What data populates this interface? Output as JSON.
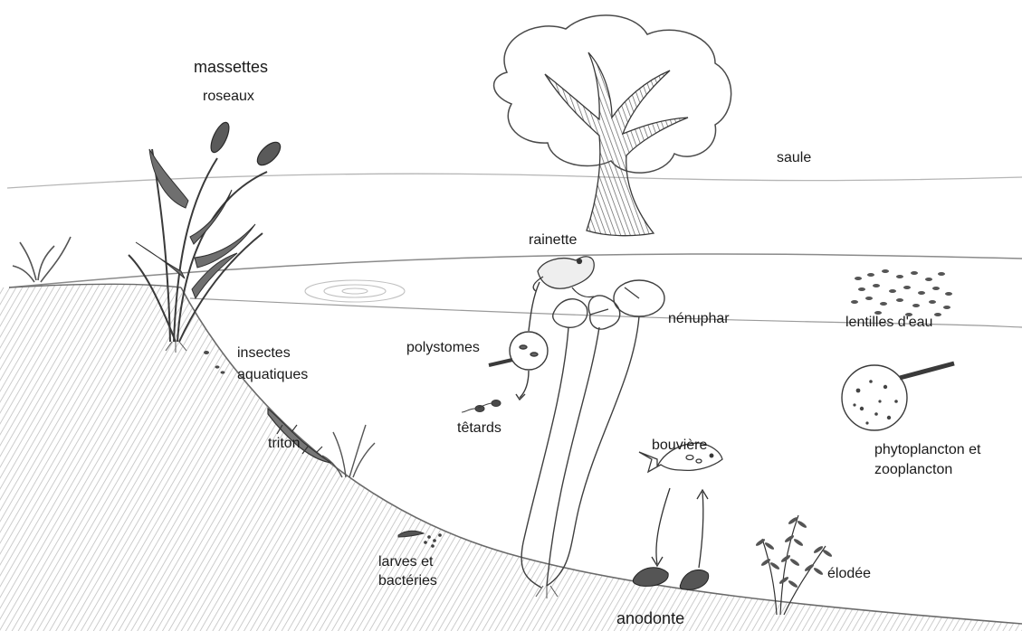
{
  "labels": {
    "massettes": "massettes",
    "roseaux": "roseaux",
    "saule": "saule",
    "rainette": "rainette",
    "nenuphar": "nénuphar",
    "lentilles": "lentilles d'eau",
    "polystomes": "polystomes",
    "insectes_1": "insectes",
    "insectes_2": "aquatiques",
    "tetards": "têtards",
    "triton": "triton",
    "bouviere": "bouvière",
    "plancton_1": "phytoplancton et",
    "plancton_2": "zooplancton",
    "larves_1": "larves et",
    "larves_2": "bactéries",
    "elodee": "élodée",
    "anodonte": "anodonte"
  },
  "colors": {
    "ink": "#2b2b2b",
    "pencil": "#7a7a7a",
    "shade": "#9a9a9a",
    "trunk": "#5a5a5a",
    "background": "#ffffff"
  }
}
